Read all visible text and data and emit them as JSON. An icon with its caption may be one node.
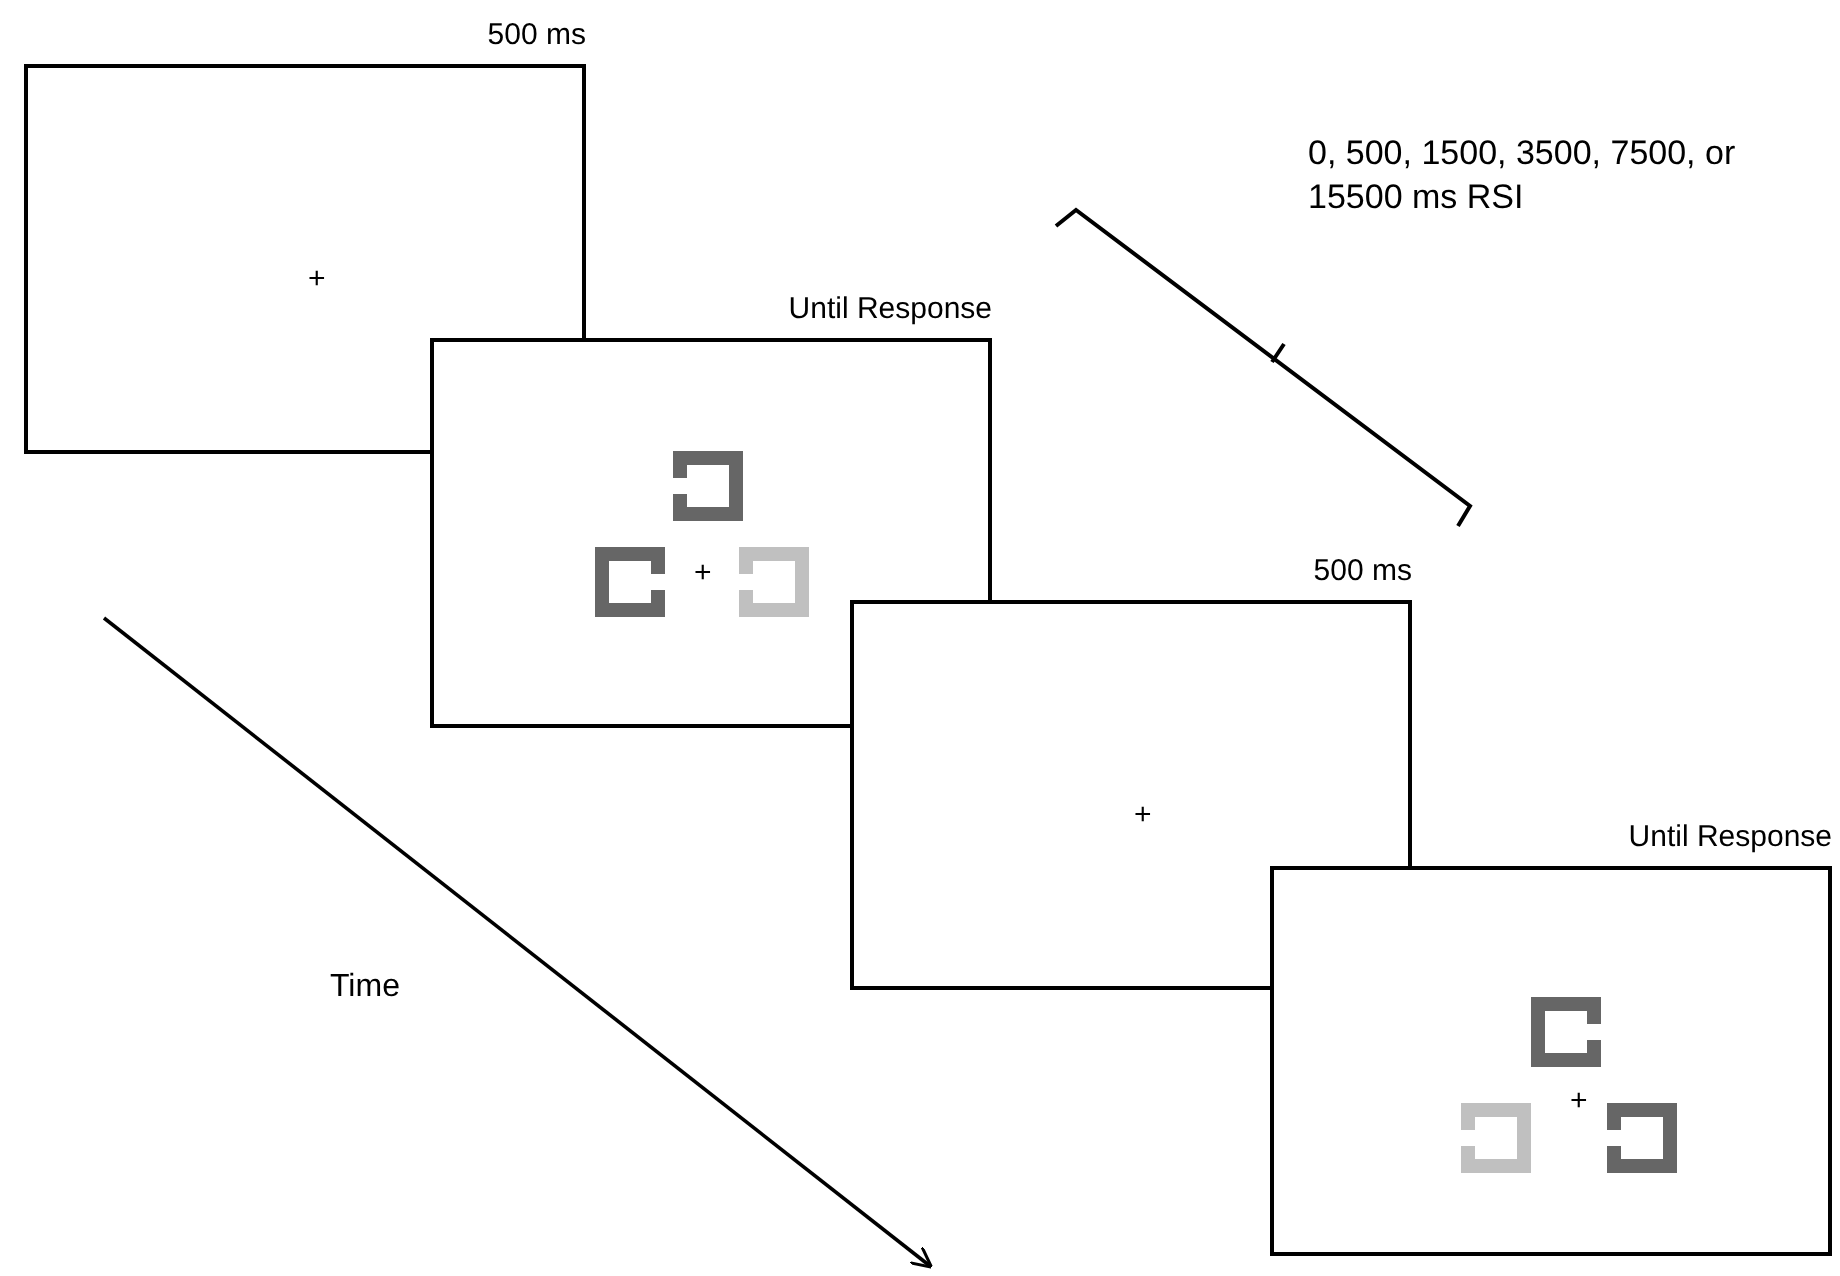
{
  "diagram": {
    "nodes": [
      {
        "text": [
          "+"
        ],
        "beside": [
          "500 ms"
        ]
      },
      {
        "text": [
          "+"
        ],
        "beside": [
          "Until Response"
        ]
      },
      {
        "text": [
          "+"
        ],
        "beside": [
          "500 ms"
        ]
      },
      {
        "text": [
          "+"
        ],
        "beside": [
          "Until Response"
        ]
      }
    ],
    "edges": [],
    "labels": [
      "0, 500, 1500, 3500, 7500, or 15500 ms RSI",
      "Time"
    ]
  }
}
